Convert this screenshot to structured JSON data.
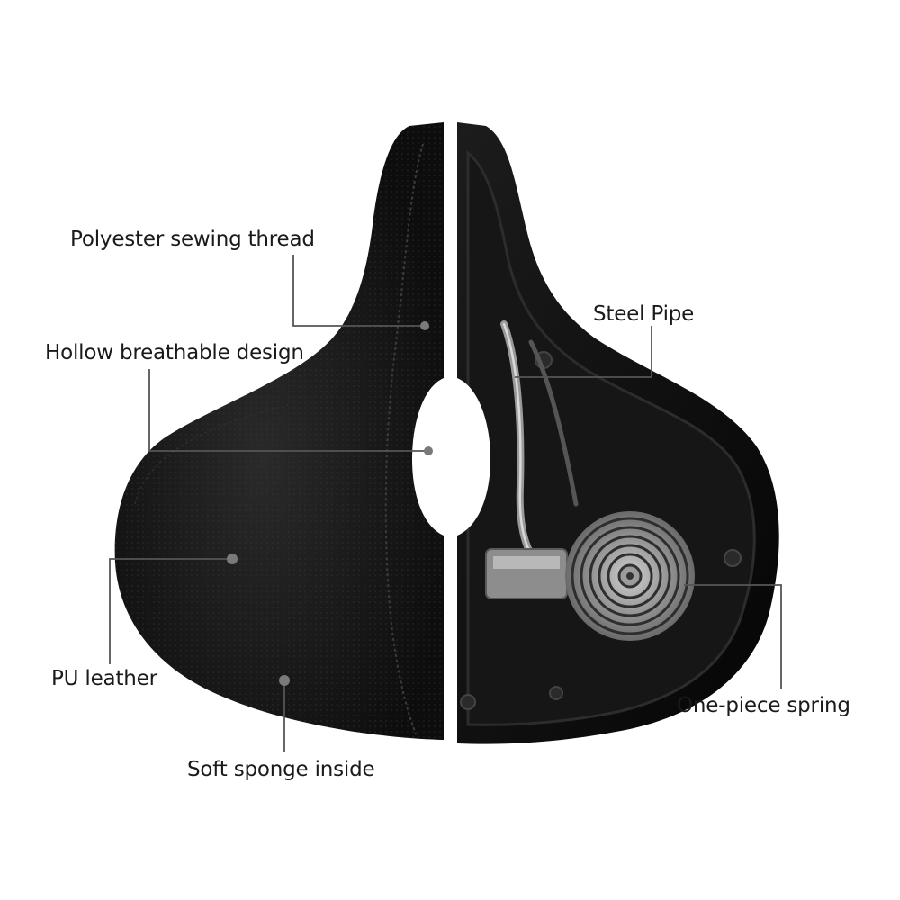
{
  "labels": {
    "polyester_sewing_thread": "Polyester sewing thread",
    "hollow_breathable_design": "Hollow breathable design",
    "pu_leather": "PU leather",
    "soft_sponge_inside": "Soft sponge inside",
    "steel_pipe": "Steel Pipe",
    "one_piece_spring": "One-piece spring"
  },
  "icons": {
    "product": "bicycle-saddle-icon",
    "spring": "coil-spring-icon"
  },
  "colors": {
    "background": "#ffffff",
    "saddle": "#111111",
    "callout_line": "#555555",
    "label_text": "#1a1a1a"
  }
}
